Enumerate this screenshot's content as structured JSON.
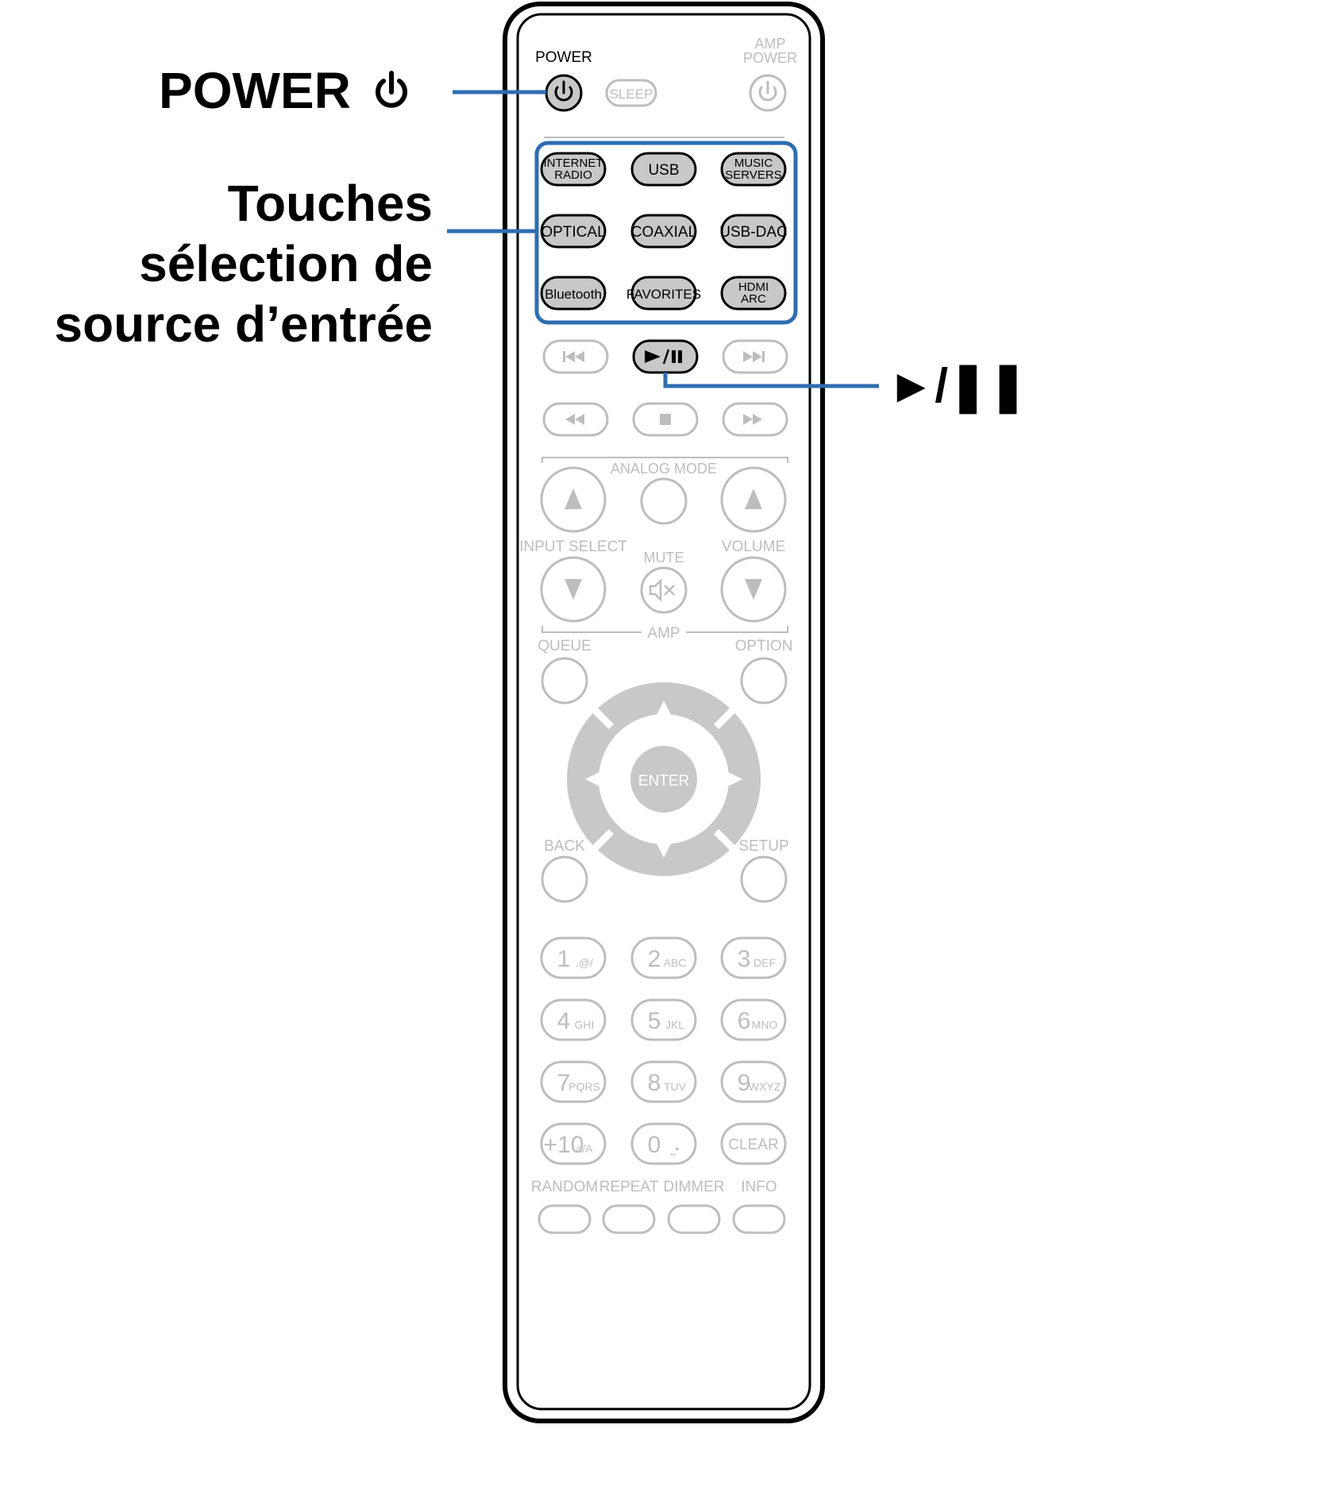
{
  "callouts": {
    "power": "POWER",
    "sources": [
      "Touches",
      "sélection de",
      "source d’entrée"
    ],
    "play_pause": "►/❚❚"
  },
  "remote": {
    "power_label": "POWER",
    "amp_power_label": [
      "AMP",
      "POWER"
    ],
    "sleep_label": "SLEEP",
    "source_buttons": [
      [
        "INTERNET",
        "RADIO"
      ],
      [
        "USB"
      ],
      [
        "MUSIC",
        "SERVERS"
      ],
      [
        "OPTICAL"
      ],
      [
        "COAXIAL"
      ],
      [
        "USB-DAC"
      ],
      [
        "Bluetooth"
      ],
      [
        "FAVORITES"
      ],
      [
        "HDMI",
        "ARC"
      ]
    ],
    "analog_mode_label": "ANALOG MODE",
    "input_select_label": "INPUT SELECT",
    "mute_label": "MUTE",
    "volume_label": "VOLUME",
    "amp_label": "AMP",
    "queue_label": "QUEUE",
    "option_label": "OPTION",
    "enter_label": "ENTER",
    "back_label": "BACK",
    "setup_label": "SETUP",
    "keypad": [
      {
        "num": "1",
        "sub": ".@/"
      },
      {
        "num": "2",
        "sub": "ABC"
      },
      {
        "num": "3",
        "sub": "DEF"
      },
      {
        "num": "4",
        "sub": "GHI"
      },
      {
        "num": "5",
        "sub": "JKL"
      },
      {
        "num": "6",
        "sub": "MNO"
      },
      {
        "num": "7",
        "sub": "PQRS"
      },
      {
        "num": "8",
        "sub": "TUV"
      },
      {
        "num": "9",
        "sub": "WXYZ"
      },
      {
        "num": "+10",
        "sub": "a/A"
      },
      {
        "num": "0",
        "sub": "⎵•"
      },
      {
        "num": "CLEAR",
        "sub": ""
      }
    ],
    "bottom_labels": [
      "RANDOM",
      "REPEAT",
      "DIMMER",
      "INFO"
    ]
  },
  "colors": {
    "highlight_blue": "#2f6db0",
    "inactive_gray": "#bdbdbd",
    "active_fill": "#c8c8c8",
    "outline": "#000000"
  }
}
